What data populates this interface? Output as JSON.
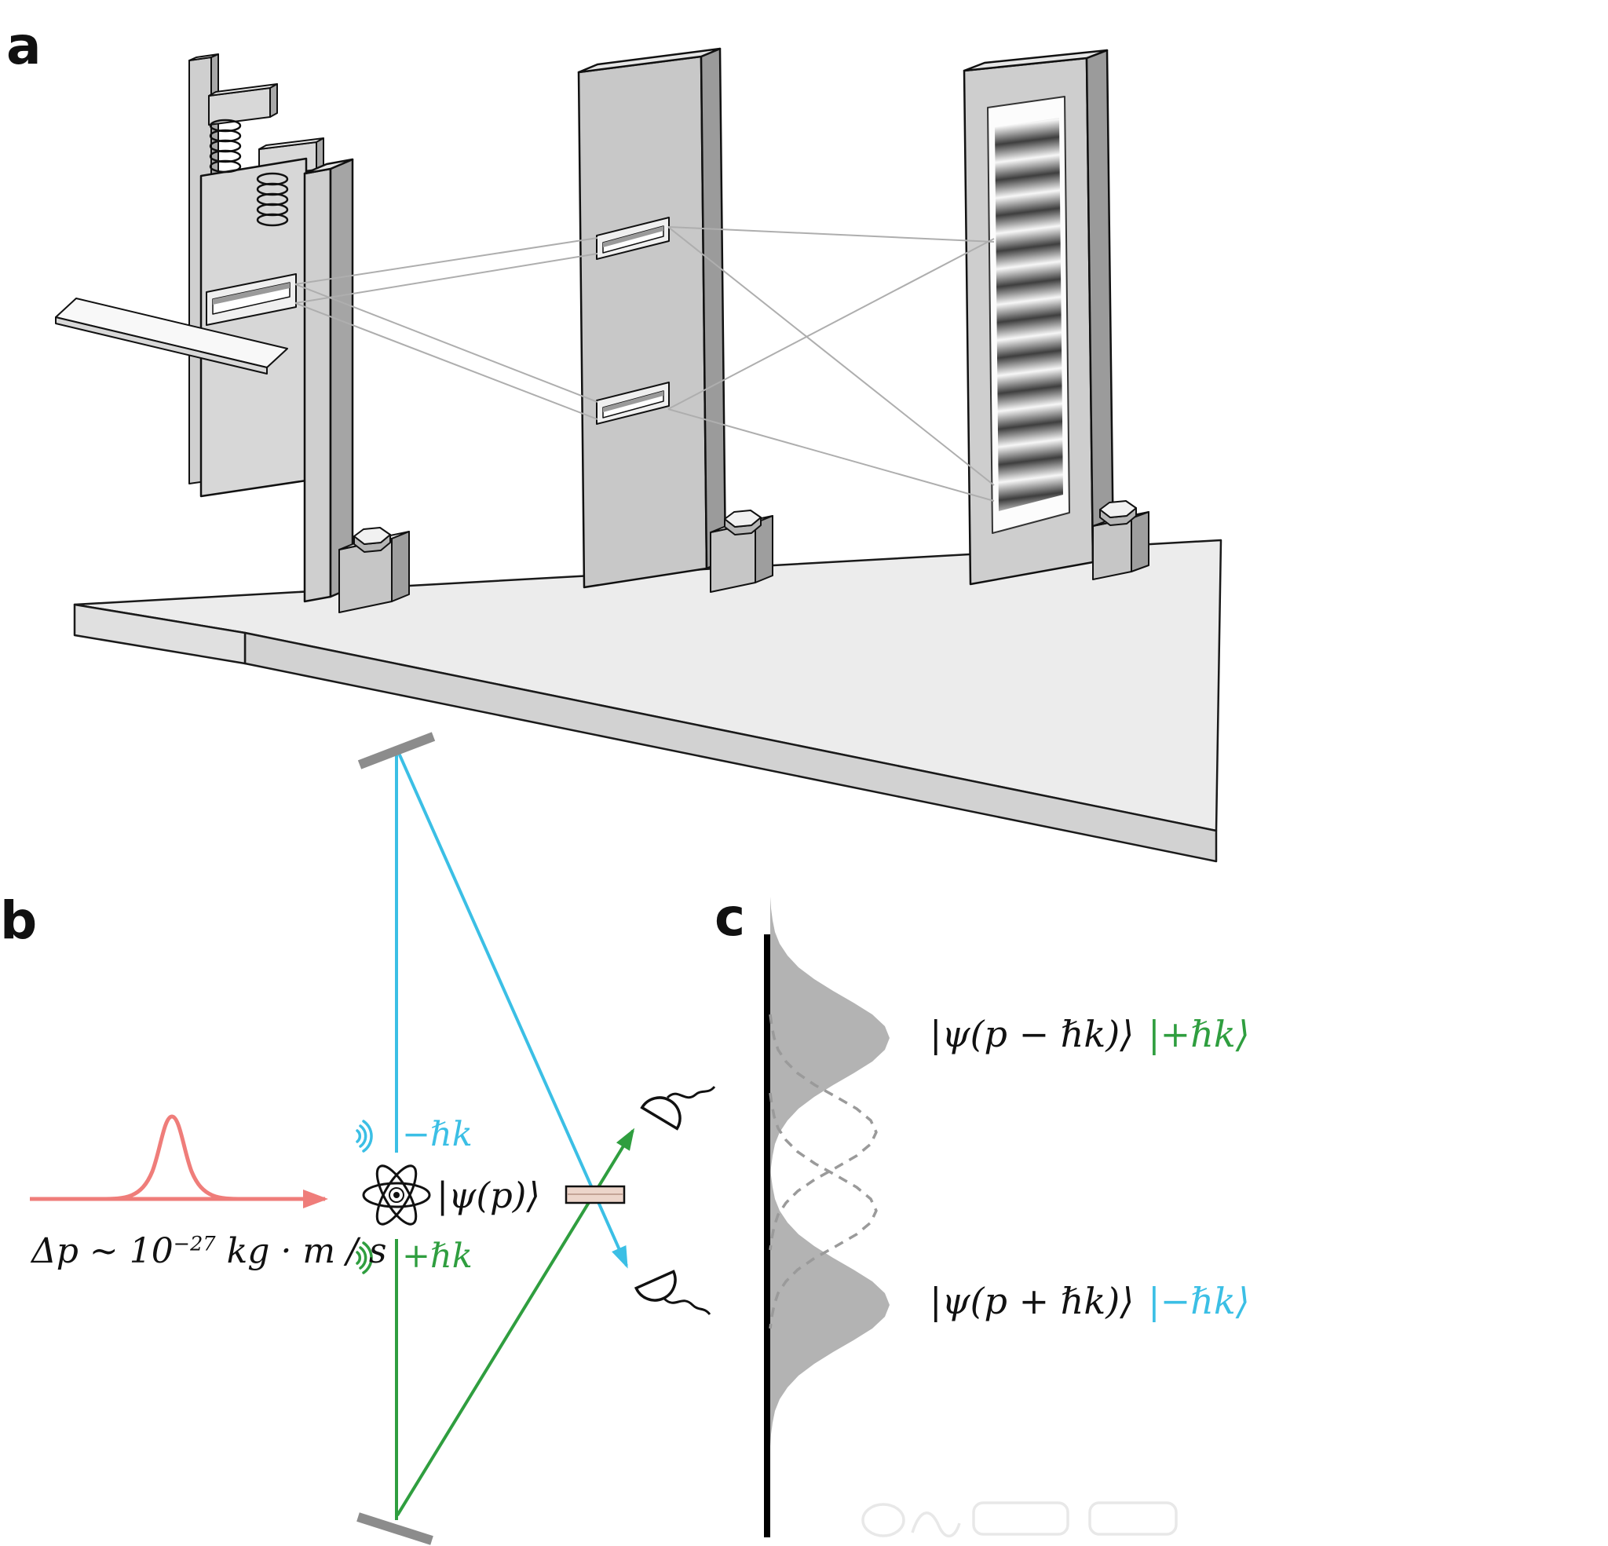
{
  "panel_labels": {
    "a": "a",
    "b": "b",
    "c": "c"
  },
  "panel_b": {
    "dp_prefix": "Δp ~ 10",
    "dp_exponent": "−27",
    "dp_suffix": " kg · m / s",
    "atom_state": "|ψ(p)⟩",
    "photon_minus_label": "−ℏk",
    "photon_plus_label": "+ℏk"
  },
  "panel_c": {
    "upper_state": "|ψ(p − ℏk)⟩",
    "upper_ket": "|+ℏk⟩",
    "lower_state": "|ψ(p + ℏk)⟩",
    "lower_ket": "|−ℏk⟩"
  },
  "colors": {
    "pulse_red": "#ef7d7a",
    "photon_cyan": "#3bbfe5",
    "photon_green": "#2f9e3f",
    "mirror_gray": "#8c8c8c",
    "packet_gray": "#b3b3b3",
    "beam_gray": "#aeaeae"
  },
  "icons": {
    "atom_icon": "orbital-ellipses-with-nucleus",
    "photon_wave_icon": "triple-arc",
    "mirror_icon": "gray-bar",
    "beamsplitter_icon": "thin-plate",
    "detector_icon": "half-disc-with-wire",
    "spring_icon": "coil",
    "bolt_icon": "hex-nut"
  }
}
